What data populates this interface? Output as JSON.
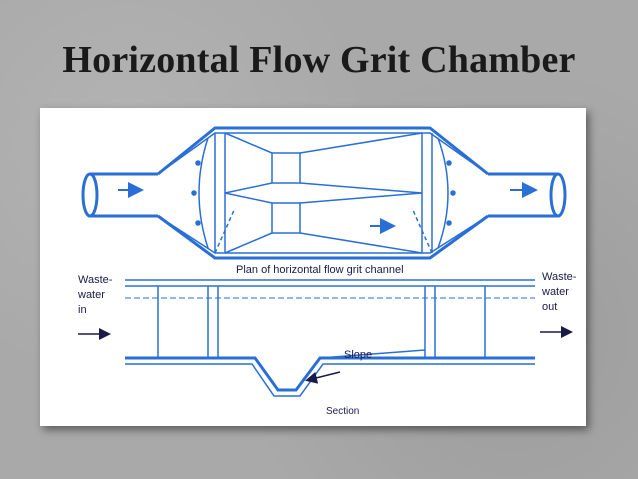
{
  "title": "Horizontal Flow Grit Chamber",
  "plan_label": "Plan of horizontal flow grit channel",
  "inlet_label": [
    "Waste-",
    "water",
    "in"
  ],
  "outlet_label": [
    "Waste-",
    "water",
    "out"
  ],
  "slope_label": "Slope",
  "section_label": "Section",
  "colors": {
    "line": "#2a6fd6",
    "text": "#1a1a4a",
    "background": "#a9a9a9"
  }
}
